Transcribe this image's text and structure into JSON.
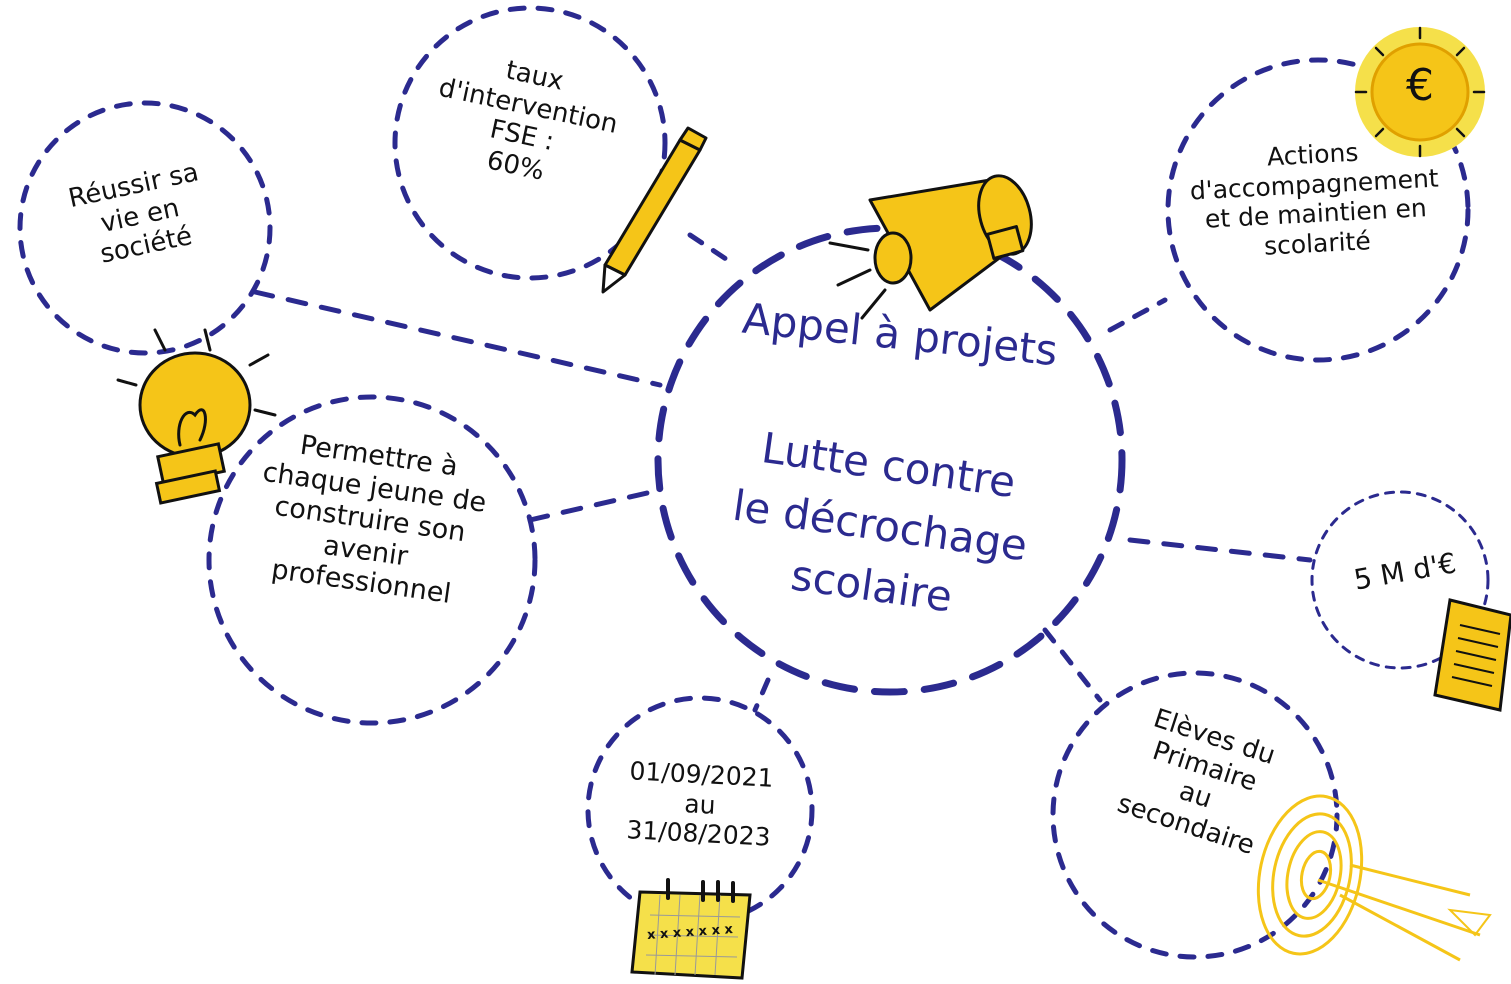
{
  "central": {
    "title": "Appel à projets",
    "subtitle_lines": [
      "Lutte contre",
      "le décrochage",
      "scolaire"
    ]
  },
  "bubbles": {
    "reussir": {
      "lines": [
        "Réussir sa",
        "vie en",
        "société"
      ]
    },
    "taux": {
      "lines": [
        "taux",
        "d'intervention",
        "FSE :",
        "60%"
      ]
    },
    "actions": {
      "lines": [
        "Actions",
        "d'accompagnement",
        "et de maintien en",
        "scolarité"
      ]
    },
    "permettre": {
      "lines": [
        "Permettre à",
        "chaque jeune de",
        "construire son",
        "avenir",
        "professionnel"
      ]
    },
    "montant": {
      "lines": [
        "5 M d'€"
      ]
    },
    "dates": {
      "lines": [
        "01/09/2021",
        "au",
        "31/08/2023"
      ]
    },
    "eleves": {
      "lines": [
        "Elèves du",
        "Primaire",
        "au",
        "secondaire"
      ]
    }
  },
  "icons": {
    "coin_symbol": "€",
    "calendar_marks": [
      "x",
      "x",
      "x",
      "x",
      "x",
      "x",
      "x"
    ]
  },
  "colors": {
    "dash": "#2b2a8f",
    "accent_yellow": "#f5c518",
    "outline": "#111111"
  }
}
